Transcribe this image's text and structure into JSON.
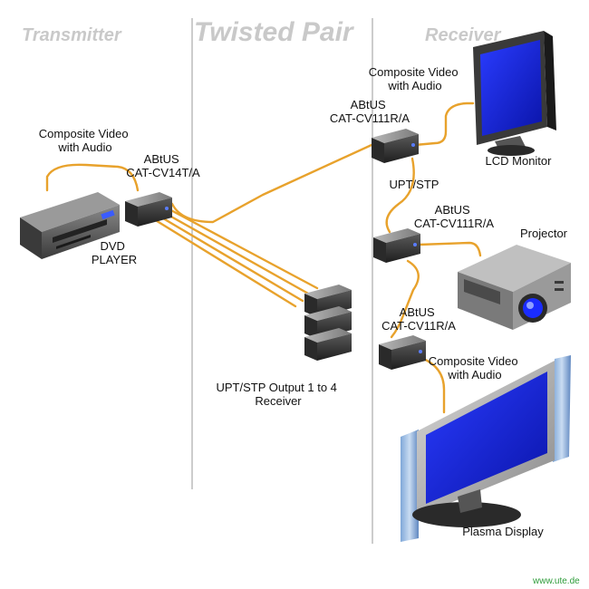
{
  "columns": {
    "transmitter": "Transmitter",
    "twisted_pair": "Twisted Pair",
    "receiver": "Receiver"
  },
  "labels": {
    "source_signal": [
      "Composite Video",
      "with Audio"
    ],
    "transmitter_model": [
      "ABtUS",
      "CAT-CV14T/A"
    ],
    "dvd_player": [
      "DVD",
      "PLAYER"
    ],
    "output_note": [
      "UPT/STP Output 1 to 4",
      "Receiver"
    ],
    "monitor_signal": [
      "Composite Video",
      "with Audio"
    ],
    "receiver1_model": [
      "ABtUS",
      "CAT-CV111R/A"
    ],
    "lcd_monitor": "LCD Monitor",
    "cable_type": "UPT/STP",
    "receiver2_model": [
      "ABtUS",
      "CAT-CV111R/A"
    ],
    "projector": "Projector",
    "receiver3_model": [
      "ABtUS",
      "CAT-CV11R/A"
    ],
    "plasma_signal": [
      "Composite Video",
      "with Audio"
    ],
    "plasma_display": "Plasma Display",
    "credit": "www.ute.de"
  },
  "colors": {
    "cable": "#e8a22c",
    "screen": "#1424d6",
    "column_title": "#c9c9c9",
    "divider": "#9a9a9a",
    "credit": "#2e9c3a"
  }
}
